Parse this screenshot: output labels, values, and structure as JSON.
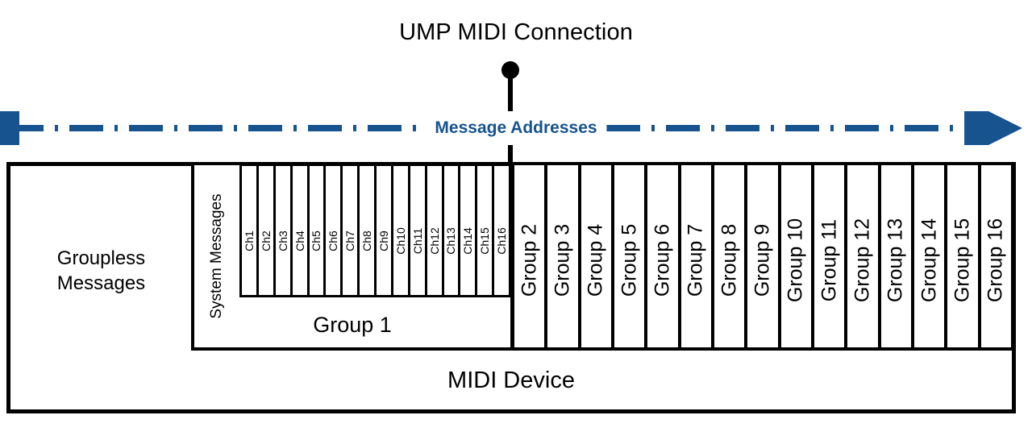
{
  "title": "UMP MIDI Connection",
  "colors": {
    "line": "#000000",
    "accent_blue": "#17538f",
    "background": "#ffffff"
  },
  "axis": {
    "label": "Message Addresses",
    "style": "dash-dot",
    "left_arrow": "arrow-left",
    "right_arrow": "arrow-right"
  },
  "connector": {
    "node_icon": "connection-dot-icon",
    "stem_icon": "connection-stem-icon"
  },
  "device": {
    "label": "MIDI Device"
  },
  "groupless": {
    "line1": "Groupless",
    "line2": "Messages",
    "label": "Groupless\nMessages"
  },
  "group1": {
    "label": "Group 1",
    "system_messages_label": "System Messages",
    "channels": [
      "Ch1",
      "Ch2",
      "Ch3",
      "Ch4",
      "Ch5",
      "Ch6",
      "Ch7",
      "Ch8",
      "Ch9",
      "Ch10",
      "Ch11",
      "Ch12",
      "Ch13",
      "Ch14",
      "Ch15",
      "Ch16"
    ]
  },
  "groups": [
    "Group 2",
    "Group 3",
    "Group 4",
    "Group 5",
    "Group 6",
    "Group 7",
    "Group 8",
    "Group 9",
    "Group 10",
    "Group 11",
    "Group 12",
    "Group 13",
    "Group 14",
    "Group 15",
    "Group 16"
  ]
}
